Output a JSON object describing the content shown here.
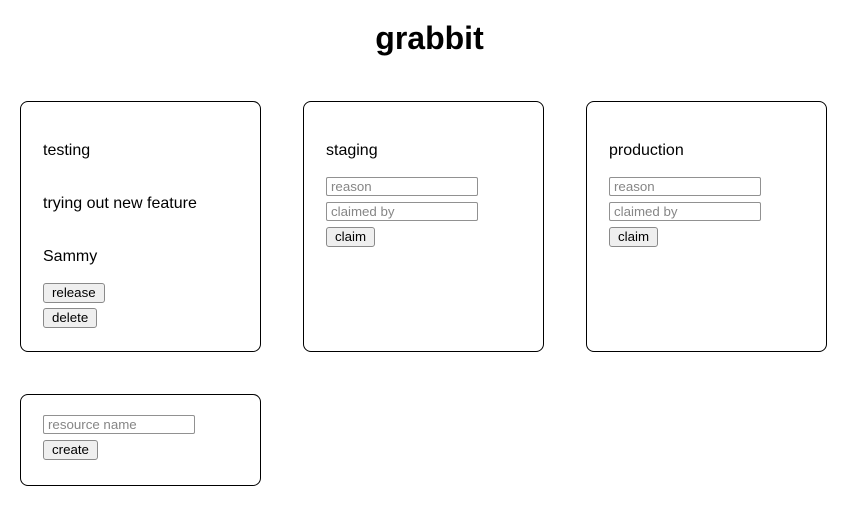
{
  "title": "grabbit",
  "resources": [
    {
      "name": "testing",
      "state": "claimed",
      "reason": "trying out new feature",
      "claimed_by": "Sammy",
      "release_label": "release",
      "delete_label": "delete"
    },
    {
      "name": "staging",
      "state": "free",
      "reason_placeholder": "reason",
      "claimed_by_placeholder": "claimed by",
      "claim_label": "claim"
    },
    {
      "name": "production",
      "state": "free",
      "reason_placeholder": "reason",
      "claimed_by_placeholder": "claimed by",
      "claim_label": "claim"
    }
  ],
  "create_card": {
    "name_placeholder": "resource name",
    "create_label": "create"
  },
  "colors": {
    "page_background": "#ffffff",
    "text": "#000000",
    "card_border": "#000000",
    "button_background": "#efefef",
    "button_border": "#8a8a8a",
    "input_border": "#919191",
    "placeholder_text": "#868686"
  }
}
